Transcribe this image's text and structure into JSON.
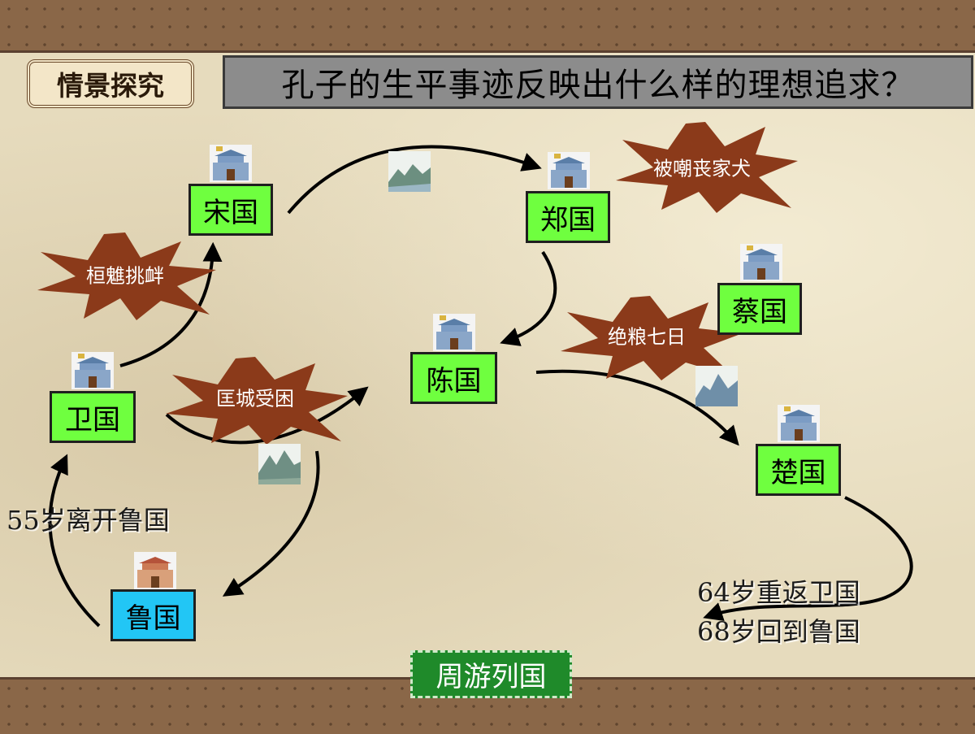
{
  "header": {
    "tag_label": "情景探究",
    "question": "孔子的生平事迹反映出什么样的理想追求？"
  },
  "states": {
    "lu": "鲁国",
    "wei": "卫国",
    "song": "宋国",
    "zheng": "郑国",
    "chen": "陈国",
    "cai": "蔡国",
    "chu": "楚国"
  },
  "events": {
    "huan_tui": "桓魋挑衅",
    "kuang_cheng": "匡城受困",
    "mocked": "被嘲丧家犬",
    "starved": "绝粮七日"
  },
  "notes": {
    "leave_lu": "55岁离开鲁国",
    "return_wei": "64岁重返卫国",
    "return_lu": "68岁回到鲁国"
  },
  "footer": {
    "button_label": "周游列国"
  },
  "colors": {
    "state_green": "#6fff3f",
    "state_lu_blue": "#22c6f5",
    "burst_brown": "#8b3a1a",
    "title_gray": "#8c8c8c",
    "footer_green": "#1f8a2a"
  },
  "icons": {
    "state_marker": "castle-gate-icon",
    "terrain": "mountain-landscape-icon"
  }
}
